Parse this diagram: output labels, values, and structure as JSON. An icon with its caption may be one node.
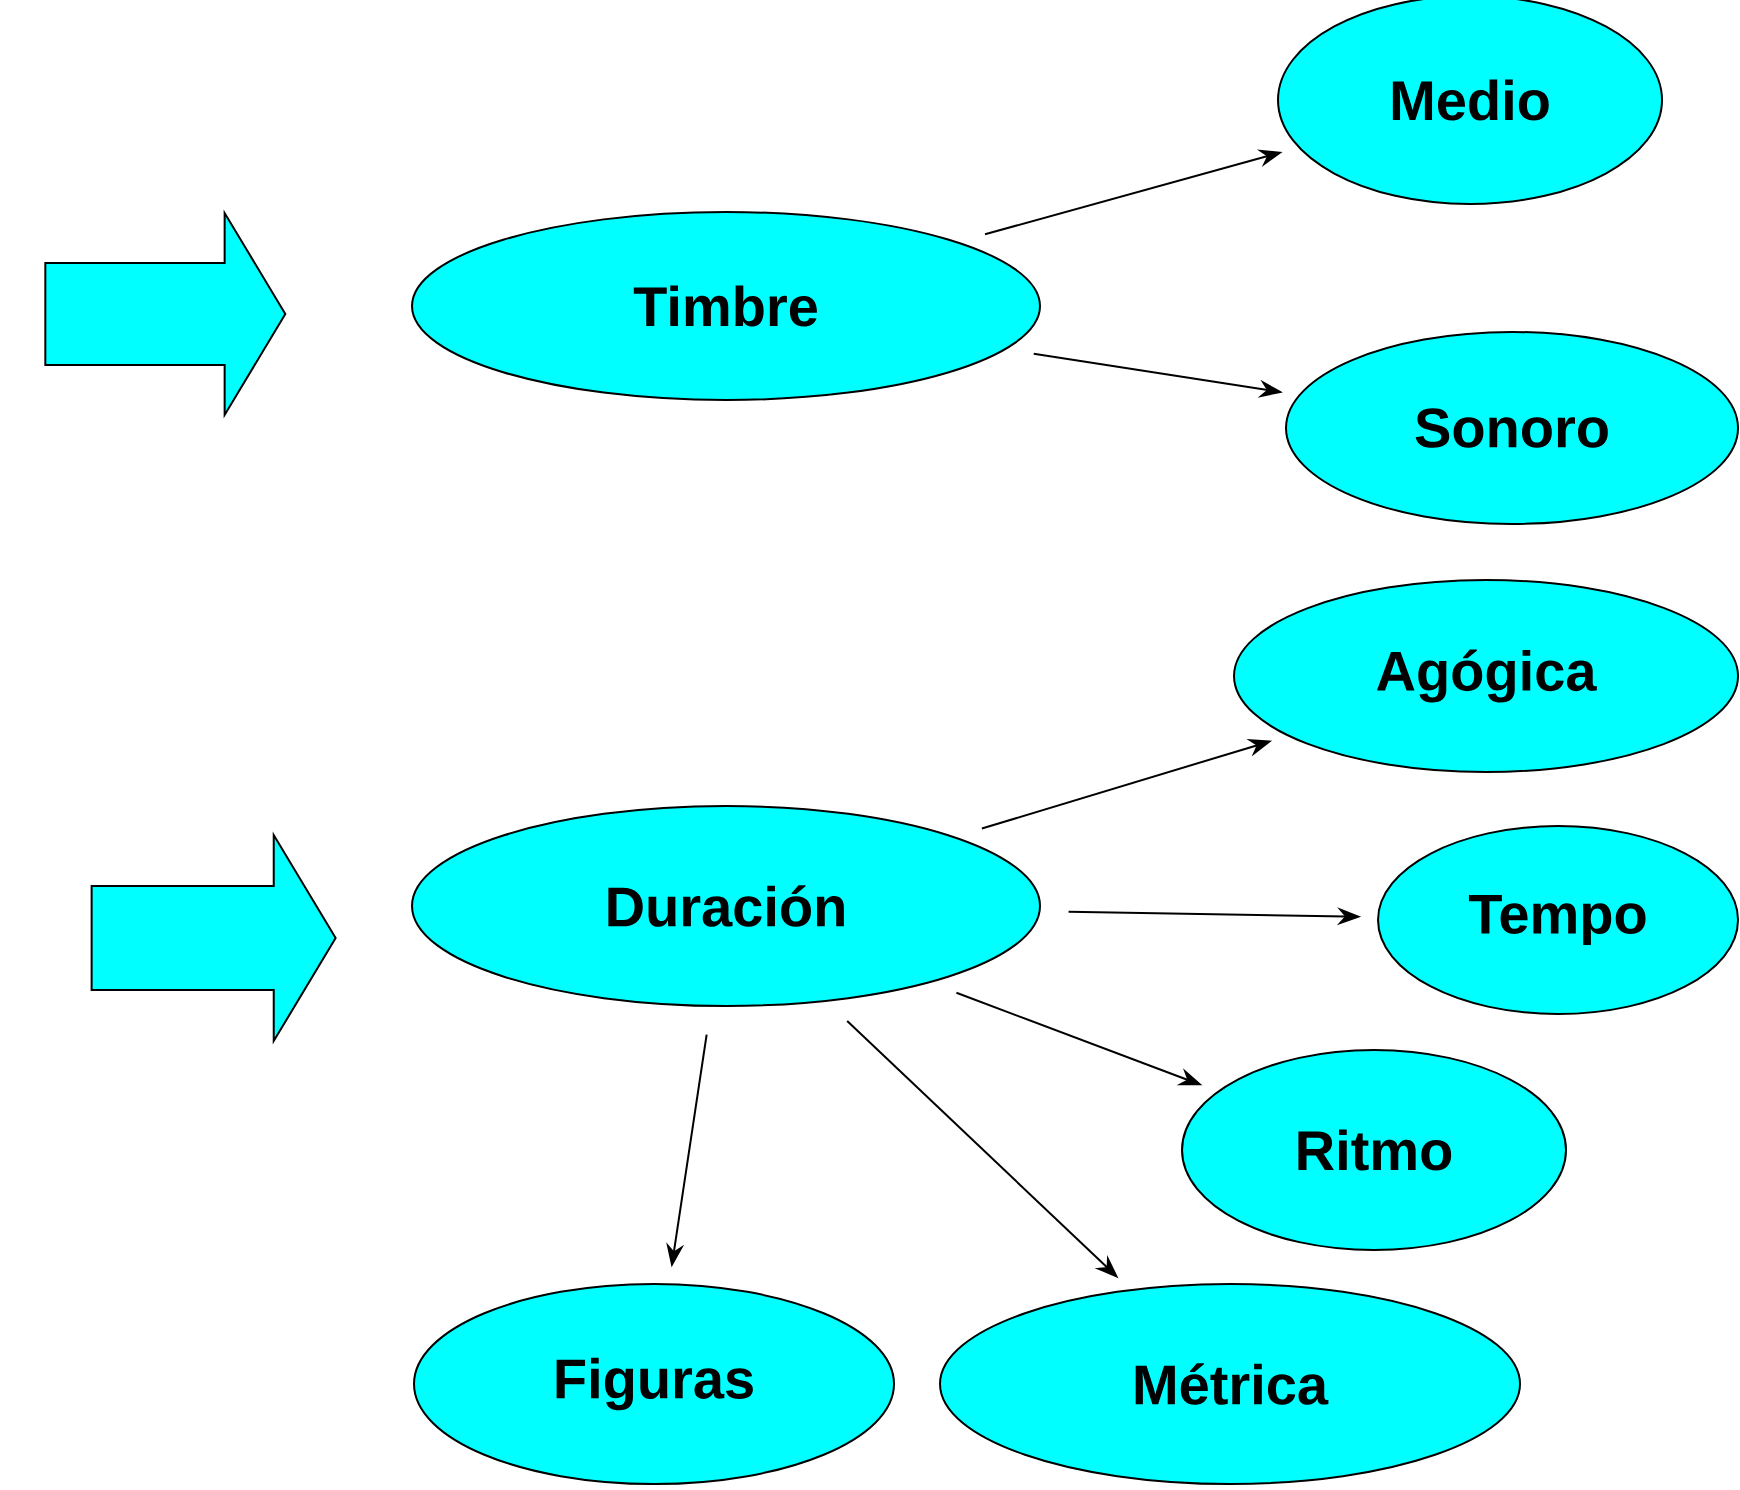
{
  "diagram": {
    "nodes": [
      {
        "text": [
          "Medio"
        ]
      },
      {
        "text": [],
        "shape": "arrow"
      },
      {
        "text": [
          "Timbre"
        ]
      },
      {
        "text": [
          "Sonoro"
        ]
      },
      {
        "text": [
          "Agógica"
        ]
      },
      {
        "text": [],
        "shape": "arrow"
      },
      {
        "text": [
          "Duración"
        ]
      },
      {
        "text": [
          "Tempo"
        ]
      },
      {
        "text": [
          "Ritmo"
        ]
      },
      {
        "text": [
          "Figuras"
        ]
      },
      {
        "text": [
          "Métrica"
        ]
      }
    ],
    "edges": [
      {
        "from": 2,
        "to": 0,
        "arrow": "to"
      },
      {
        "from": 2,
        "to": 3,
        "arrow": "to"
      },
      {
        "from": 6,
        "to": 4,
        "arrow": "to"
      },
      {
        "from": 6,
        "to": 7,
        "arrow": "to"
      },
      {
        "from": 6,
        "to": 8,
        "arrow": "to"
      },
      {
        "from": 6,
        "to": 9,
        "arrow": "to"
      },
      {
        "from": 6,
        "to": 10,
        "arrow": "to"
      }
    ]
  }
}
